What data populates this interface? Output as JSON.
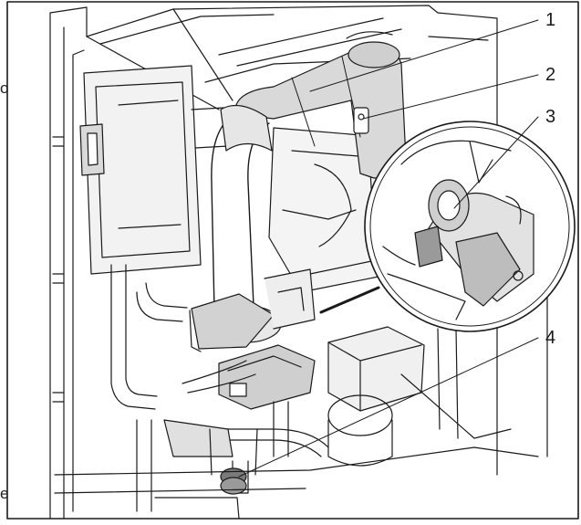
{
  "callouts": [
    {
      "number": "1"
    },
    {
      "number": "2"
    },
    {
      "number": "3"
    },
    {
      "number": "4"
    }
  ],
  "edge_glyphs": {
    "left_top": "o",
    "left_bottom": "e"
  },
  "colors": {
    "line": "#1a1a1a",
    "frame_fill": "#ffffff",
    "shade": "#d9d9d9",
    "shade_dark": "#bdbdbd"
  }
}
